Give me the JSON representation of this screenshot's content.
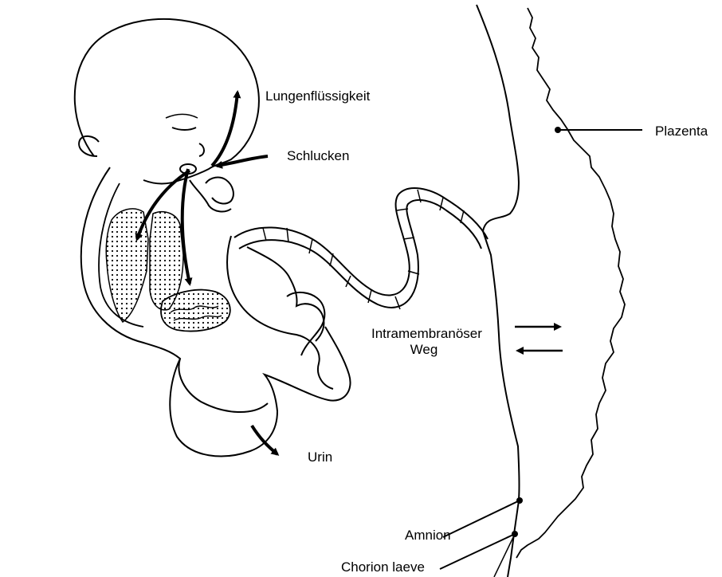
{
  "labels": {
    "lung_fluid": "Lungenflüssigkeit",
    "swallowing": "Schlucken",
    "placenta": "Plazenta",
    "intramembranous_line1": "Intramembranöser",
    "intramembranous_line2": "Weg",
    "urine": "Urin",
    "amnion": "Amnion",
    "chorion": "Chorion laeve"
  },
  "colors": {
    "ink": "#000000",
    "background": "#ffffff"
  }
}
